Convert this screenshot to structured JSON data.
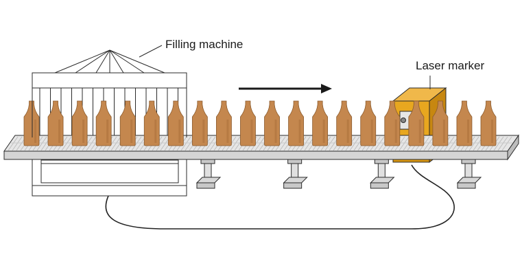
{
  "labels": {
    "filling_machine": "Filling machine",
    "laser_marker": "Laser marker"
  },
  "colors": {
    "bottle": "#c4874e",
    "bottle_shade": "#a86d38",
    "laser_body": "#e8a71f",
    "laser_shade": "#c78710",
    "line": "#2a2a2a",
    "belt_light": "#e6e6e6",
    "belt_mid": "#cfcfcf",
    "stand": "#c8c8c8",
    "arrow": "#1a1a1a"
  },
  "bottles": {
    "count": 20
  },
  "conveyor": {
    "support_legs": 4,
    "direction": "right"
  },
  "icons": [
    "filling-machine-icon",
    "bottle-icon",
    "conveyor-belt-icon",
    "laser-marker-icon",
    "direction-arrow-icon",
    "cable-icon"
  ]
}
